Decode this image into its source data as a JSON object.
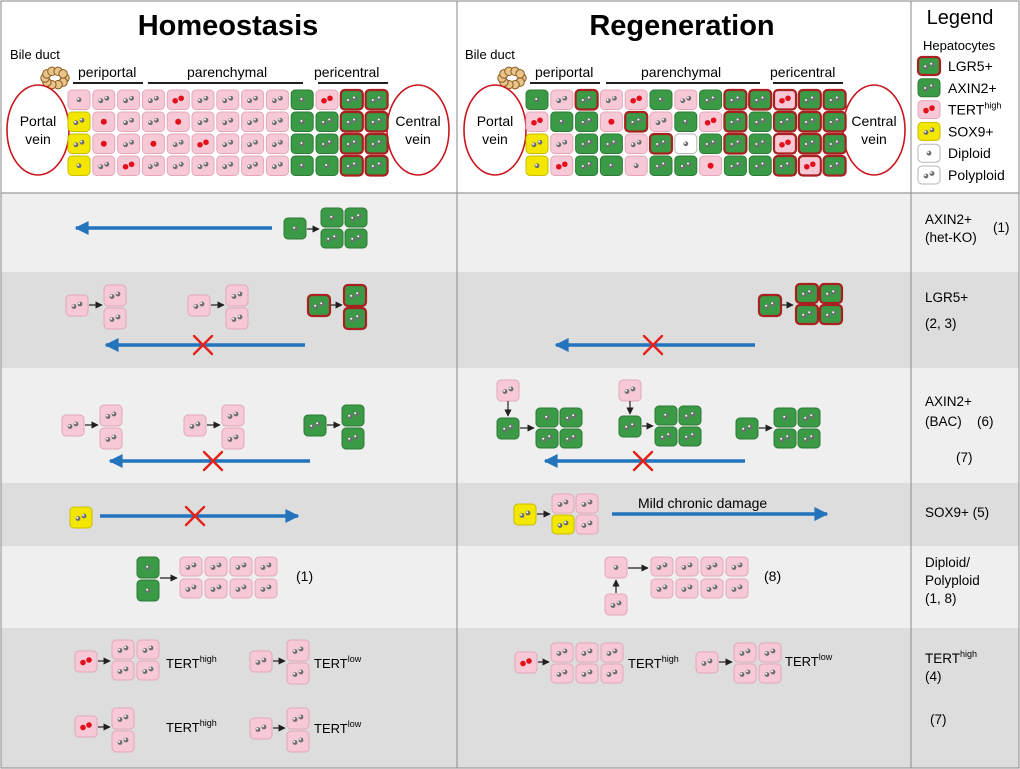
{
  "headers": {
    "homeostasis": "Homeostasis",
    "regeneration": "Regeneration",
    "legend": "Legend"
  },
  "zones": {
    "bile_duct": "Bile duct",
    "periportal": "periportal",
    "parenchymal": "parenchymal",
    "pericentral": "pericentral",
    "portal_vein": [
      "Portal",
      "vein"
    ],
    "central_vein": [
      "Central",
      "vein"
    ]
  },
  "legend": {
    "subtitle": "Hepatocytes",
    "items": [
      {
        "label": "LGR5+"
      },
      {
        "label": "AXIN2+"
      },
      {
        "label": "TERT",
        "sup": "high"
      },
      {
        "label": "SOX9+"
      },
      {
        "label": "Diploid"
      },
      {
        "label": "Polyploid"
      }
    ]
  },
  "rows": [
    {
      "label_lines": [
        "AXIN2+",
        "(het-KO)"
      ],
      "ref": "(1)"
    },
    {
      "label_lines": [
        "LGR5+",
        "(2, 3)"
      ]
    },
    {
      "label_lines": [
        "AXIN2+",
        "(BAC)"
      ],
      "ref": "(6)",
      "extra_ref": "(7)"
    },
    {
      "label_lines": [
        "SOX9+ (5)"
      ]
    },
    {
      "label_lines": [
        "Diploid/",
        "Polyploid",
        "(1, 8)"
      ]
    },
    {
      "label_lines": [
        "TERT",
        "(4)"
      ],
      "label_sup": "high",
      "extra_ref": "(7)"
    }
  ],
  "annotations": {
    "mild_damage": "Mild chronic damage",
    "ref_1": "(1)",
    "ref_8": "(8)",
    "tert": "TERT",
    "high": "high",
    "low": "low"
  },
  "colors": {
    "pink": "#f7c9d6",
    "pink_stroke": "#e3a7b9",
    "green": "#3a9a46",
    "green_stroke": "#2c7a36",
    "yellow": "#f3e600",
    "lgr5_border": "#a8201f",
    "tert_dot": "#e3101b",
    "arrow": "#2374bc",
    "cross": "#e32119",
    "band_light": "#efefef",
    "band_dark": "#dddddd",
    "grid": "#9a9a9a"
  }
}
